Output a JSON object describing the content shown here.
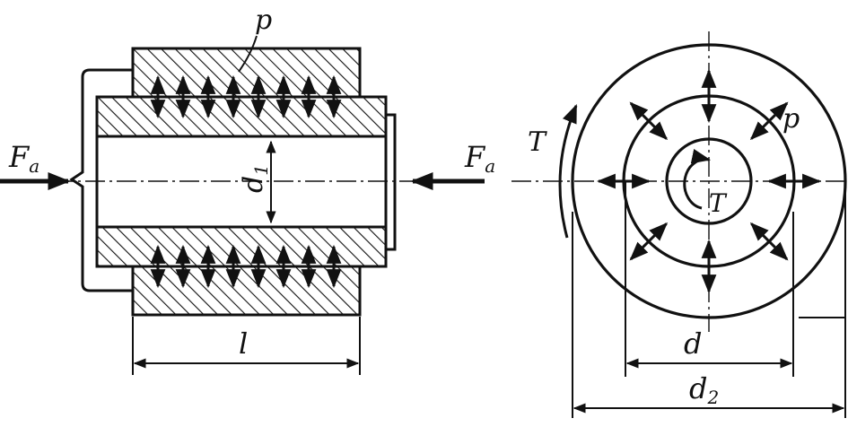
{
  "labels": {
    "p_side": "p",
    "p_end": "p",
    "fa_left": "F",
    "fa_left_sub": "a",
    "fa_right": "F",
    "fa_right_sub": "a",
    "d1": "d",
    "d1_sub": "1",
    "l": "l",
    "t_outer": "T",
    "t_inner": "T",
    "d": "d",
    "d2": "d",
    "d2_sub": "2"
  },
  "colors": {
    "ink": "#111111",
    "background": "#ffffff"
  }
}
